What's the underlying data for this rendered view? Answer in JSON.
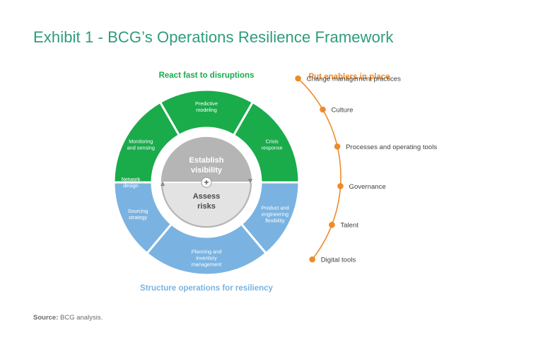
{
  "title": "Exhibit 1 - BCG’s Operations Resilience Framework",
  "source": {
    "label": "Source:",
    "text": "BCG analysis."
  },
  "colors": {
    "green": "#1aab4b",
    "blue": "#7ab3e1",
    "orange": "#ed8b2c",
    "teal": "#2e9c7b",
    "gray_dark": "#b5b5b5",
    "gray_light": "#e3e3e3"
  },
  "headers": {
    "top": "React fast to disruptions",
    "bottom": "Structure operations for resiliency",
    "enablers": "Put enablers in place"
  },
  "center": {
    "upper_line1": "Establish",
    "upper_line2": "visibility",
    "plus": "+",
    "lower_line1": "Assess",
    "lower_line2": "risks"
  },
  "segments": [
    {
      "group": "react",
      "color": "green",
      "lines": [
        "Monitoring",
        "and sensing"
      ]
    },
    {
      "group": "react",
      "color": "green",
      "lines": [
        "Predictive",
        "modeling"
      ]
    },
    {
      "group": "react",
      "color": "green",
      "lines": [
        "Crisis",
        "response"
      ]
    },
    {
      "group": "structure",
      "color": "blue",
      "lines": [
        "Product and",
        "engineering",
        "flexibility"
      ]
    },
    {
      "group": "structure",
      "color": "blue",
      "lines": [
        "Planning and",
        "inventory",
        "management"
      ]
    },
    {
      "group": "structure",
      "color": "blue",
      "lines": [
        "Sourcing",
        "strategy"
      ]
    },
    {
      "group": "structure",
      "color": "blue",
      "lines": [
        "Network",
        "design"
      ]
    }
  ],
  "enablers": [
    "Change management practices",
    "Culture",
    "Processes and operating tools",
    "Governance",
    "Talent",
    "Digital tools"
  ]
}
